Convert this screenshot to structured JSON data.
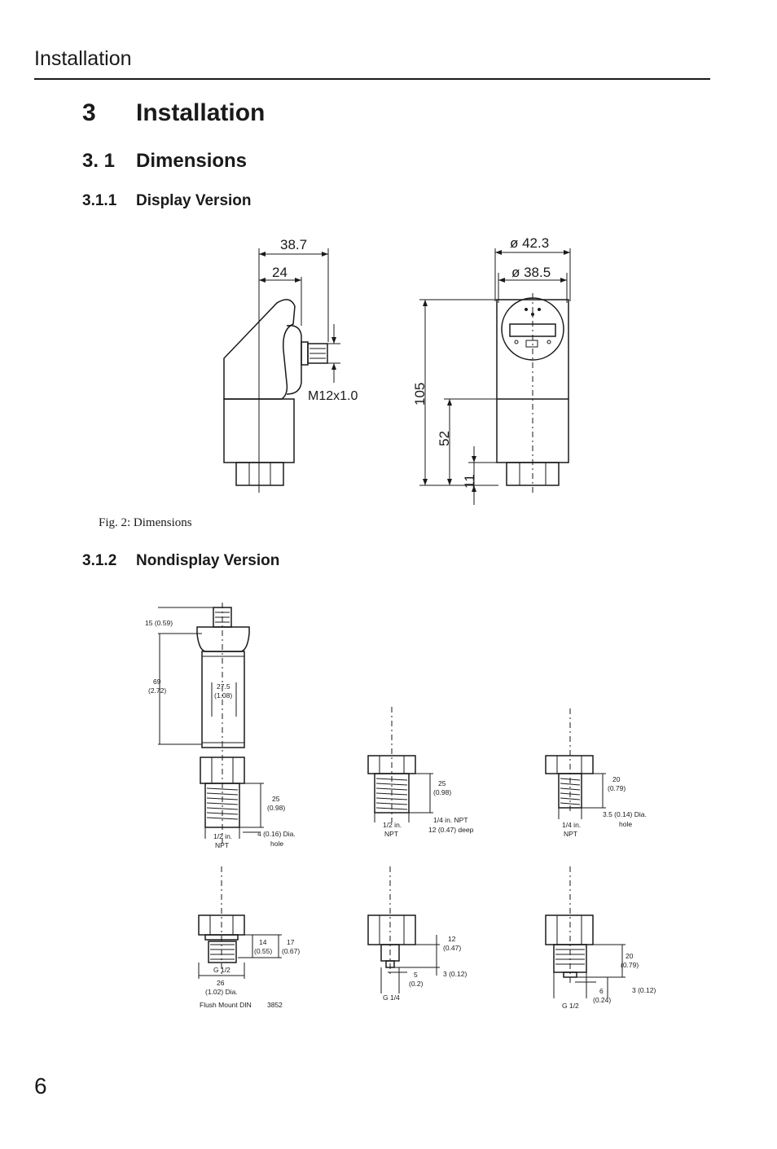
{
  "header": {
    "running_title": "Installation"
  },
  "section": {
    "number": "3",
    "title": "Installation",
    "sub": {
      "number": "3. 1",
      "title": "Dimensions"
    },
    "s311": {
      "number": "3.1.1",
      "title": "Display Version"
    },
    "s312": {
      "number": "3.1.2",
      "title": "Nondisplay Version"
    }
  },
  "figure": {
    "caption": "Fig. 2: Dimensions",
    "display": {
      "width_outer": "38.7",
      "width_inner": "24",
      "thread": "M12x1.0",
      "dia_outer": "ø 42.3",
      "dia_inner": "ø 38.5",
      "height_total": "105",
      "height_lower": "52",
      "height_base": "11"
    },
    "nondisplay": {
      "top_connector": "15 (0.59)",
      "body_len": [
        "69",
        "(2.72)"
      ],
      "body_dia": [
        "27.5",
        "(1.08)"
      ],
      "v1": {
        "len": [
          "25",
          "(0.98)"
        ],
        "thread": [
          "1/2 in.",
          "NPT"
        ],
        "hole": [
          "4 (0.16) Dia.",
          "hole"
        ]
      },
      "v2": {
        "len": [
          "25",
          "(0.98)"
        ],
        "thread": [
          "1/2 in.",
          "NPT"
        ],
        "port": [
          "1/4 in. NPT",
          "12 (0.47) deep"
        ]
      },
      "v3": {
        "len": [
          "20",
          "(0.79)"
        ],
        "thread": [
          "1/4 in.",
          "NPT"
        ],
        "hole": [
          "3.5 (0.14) Dia.",
          "hole"
        ]
      },
      "v4": {
        "a": [
          "14",
          "(0.55)"
        ],
        "b": [
          "17",
          "(0.67)"
        ],
        "thread": "G 1/2",
        "dia": [
          "26",
          "(1.02) Dia."
        ],
        "label": "Flush Mount DIN",
        "code": "3852"
      },
      "v5": {
        "len": [
          "12",
          "(0.47)"
        ],
        "a": [
          "5",
          "(0.2)"
        ],
        "b": "3 (0.12)",
        "thread": "G 1/4"
      },
      "v6": {
        "len": [
          "20",
          "(0.79)"
        ],
        "a": [
          "6",
          "(0.24)"
        ],
        "b": "3 (0.12)",
        "thread": "G 1/2"
      }
    }
  },
  "page_number": "6"
}
